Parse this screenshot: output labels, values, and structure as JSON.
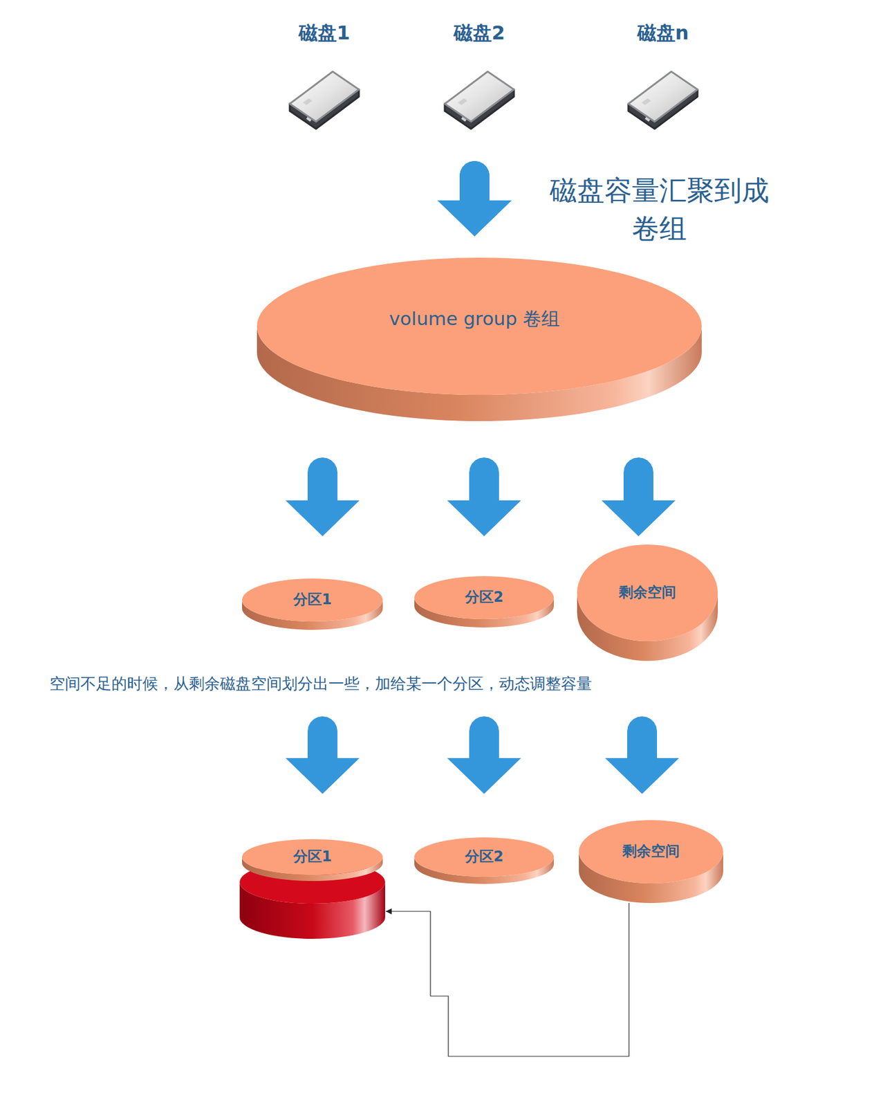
{
  "diagram": {
    "nodes": [
      {
        "text": [
          "磁盘1"
        ]
      },
      {
        "text": [
          "磁盘2"
        ]
      },
      {
        "text": [
          "磁盘n"
        ]
      },
      {
        "text": [
          "volume group  卷组"
        ]
      },
      {
        "text": [
          "分区1"
        ]
      },
      {
        "text": [
          "分区2"
        ]
      },
      {
        "text": [
          "剩余空间"
        ]
      },
      {
        "text": [
          "分区1"
        ]
      },
      {
        "text": [
          "分区2"
        ]
      },
      {
        "text": [
          "剩余空间"
        ]
      }
    ],
    "edges": [
      {
        "from": 0,
        "to": 3,
        "arrow": "to"
      },
      {
        "from": 1,
        "to": 3,
        "arrow": "to"
      },
      {
        "from": 2,
        "to": 3,
        "arrow": "to"
      },
      {
        "from": 3,
        "to": 4,
        "arrow": "to"
      },
      {
        "from": 3,
        "to": 5,
        "arrow": "to"
      },
      {
        "from": 3,
        "to": 6,
        "arrow": "to"
      },
      {
        "from": 4,
        "to": 7,
        "arrow": "to"
      },
      {
        "from": 5,
        "to": 8,
        "arrow": "to"
      },
      {
        "from": 6,
        "to": 9,
        "arrow": "to"
      },
      {
        "from": 9,
        "to": 7,
        "arrow": "to"
      }
    ],
    "labels": [
      "磁盘容量汇聚到成卷组",
      "空间不足的时候，从剩余磁盘空间划分出一些，加给某一个分区，动态调整容量"
    ]
  }
}
